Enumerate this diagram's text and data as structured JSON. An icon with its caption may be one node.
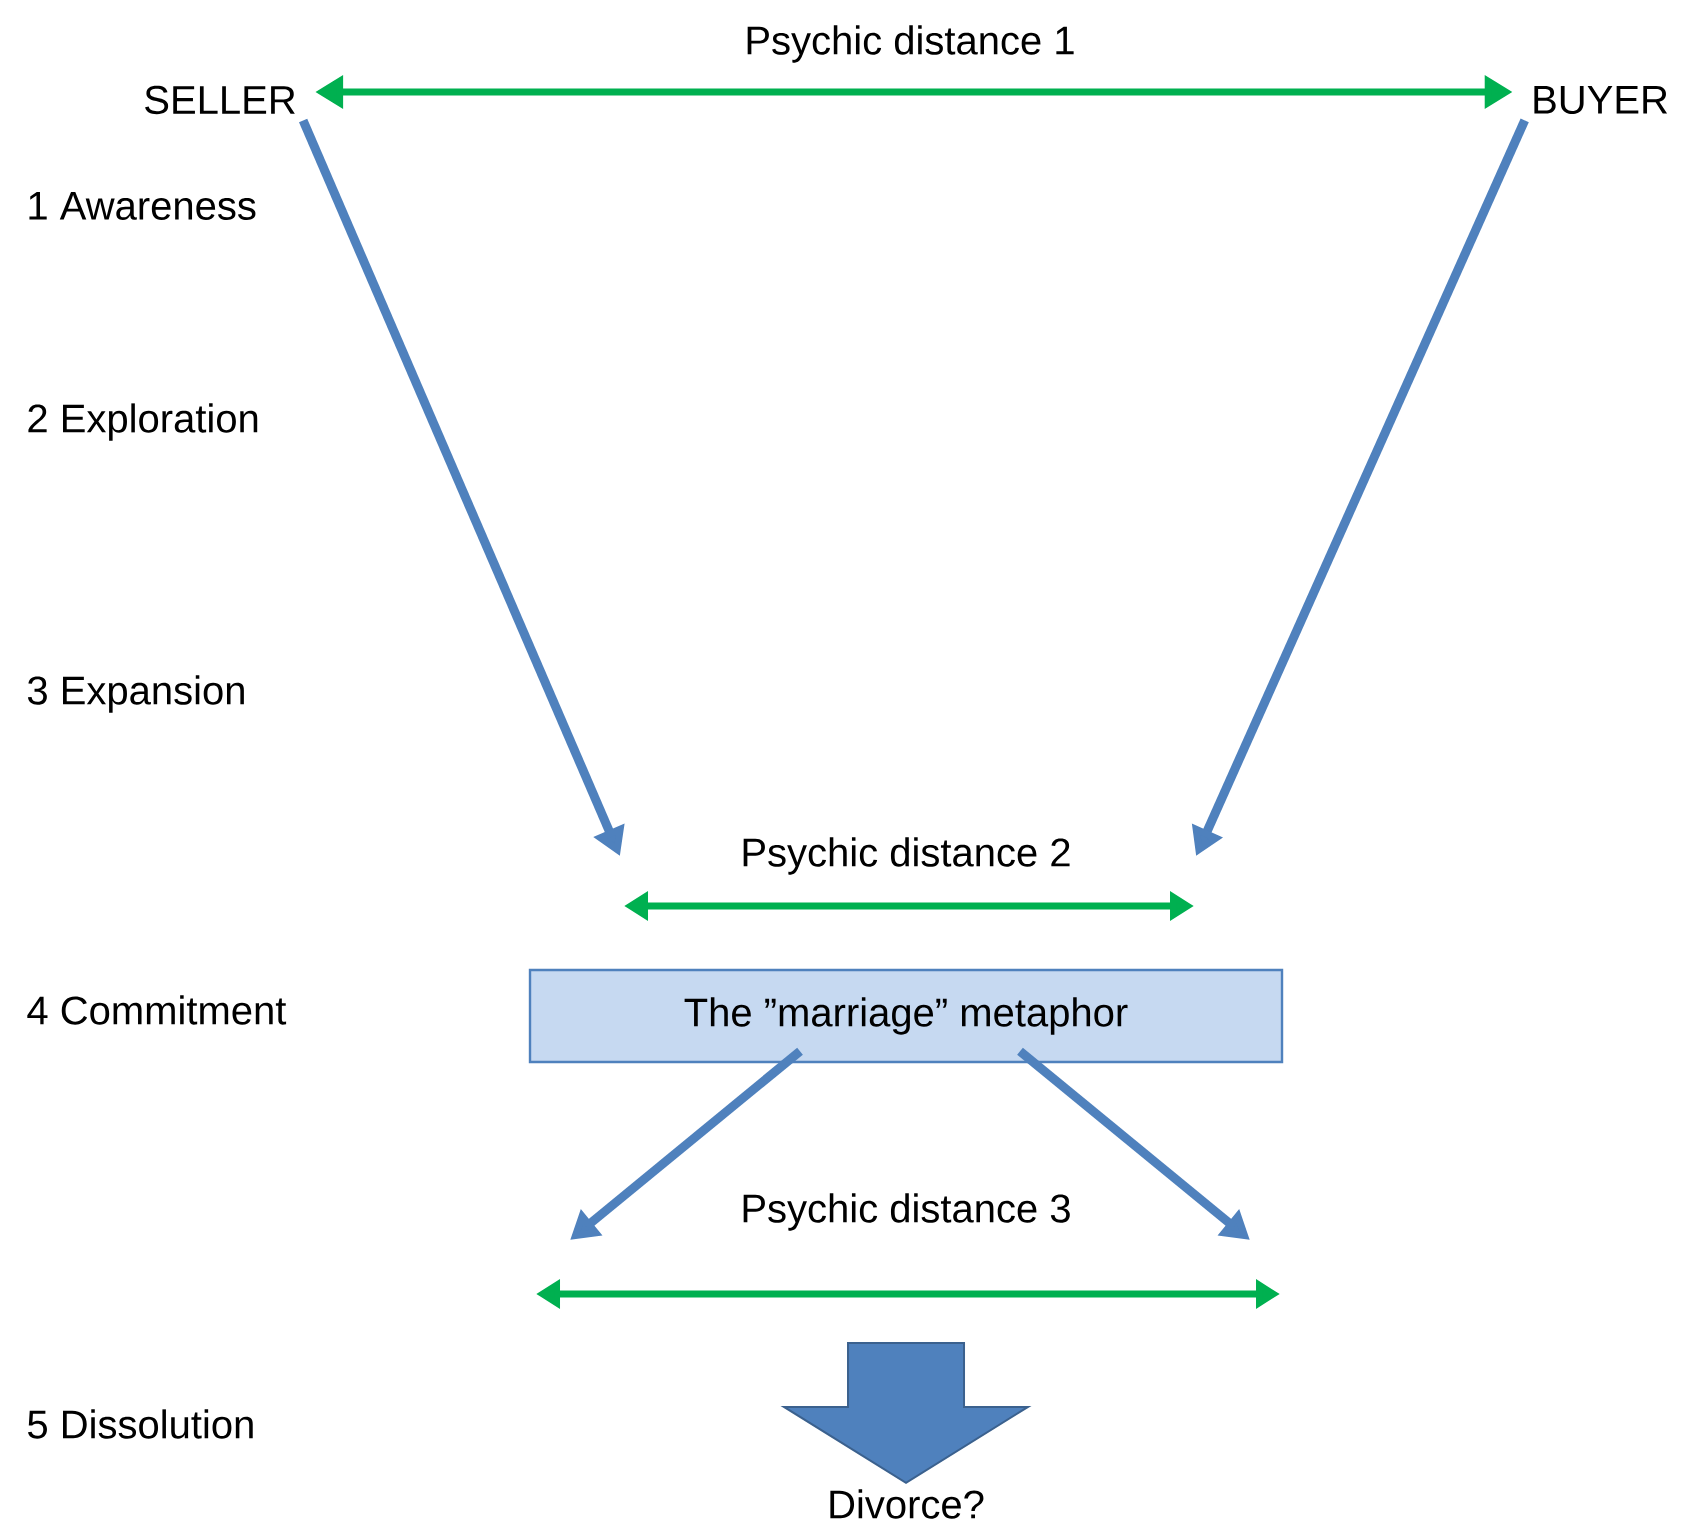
{
  "diagram": {
    "nodes": [
      {
        "text": [
          "SELLER"
        ]
      },
      {
        "text": [
          "BUYER"
        ]
      },
      {
        "text": [
          "The ”marriage” metaphor"
        ]
      },
      {
        "text": [
          "Divorce?"
        ]
      }
    ],
    "edges": [
      {
        "from": 0,
        "to": 1,
        "arrow": "both",
        "label": "Psychic distance 1",
        "color": "#00b050"
      },
      {
        "from": 0,
        "to": null,
        "arrow": "to"
      },
      {
        "from": 1,
        "to": null,
        "arrow": "to"
      },
      {
        "from": 2,
        "to": null,
        "arrow": "to"
      },
      {
        "from": 2,
        "to": null,
        "arrow": "to"
      },
      {
        "from": null,
        "to": 3,
        "arrow": "to",
        "style": "thick"
      }
    ],
    "labels": [
      "1 Awareness",
      "2 Exploration",
      "3 Expansion",
      "Psychic distance 2",
      "4 Commitment",
      "Psychic distance 3",
      "5 Dissolution"
    ]
  }
}
